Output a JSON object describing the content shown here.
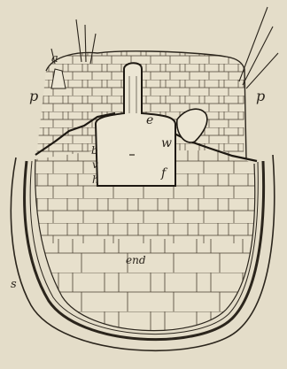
{
  "figure": {
    "labels": {
      "a": "a",
      "p_left": "p",
      "p_right": "p",
      "e": "e",
      "w": "w",
      "b": "b",
      "v": "v",
      "h": "h",
      "f": "f",
      "end": "end",
      "s": "s"
    }
  }
}
